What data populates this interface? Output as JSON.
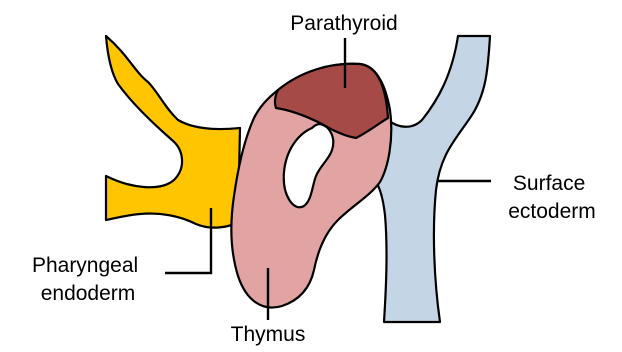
{
  "labels": {
    "parathyroid": "Parathyroid",
    "surface_ectoderm_line1": "Surface",
    "surface_ectoderm_line2": "ectoderm",
    "pharyngeal_endoderm_line1": "Pharyngeal",
    "pharyngeal_endoderm_line2": "endoderm",
    "thymus": "Thymus"
  },
  "colors": {
    "pharyngeal_endoderm": "#FFC600",
    "surface_ectoderm": "#C4D5E6",
    "thymus": "#E2A3A3",
    "parathyroid": "#A64A48",
    "outline": "#000000",
    "background": "#FFFFFF"
  }
}
